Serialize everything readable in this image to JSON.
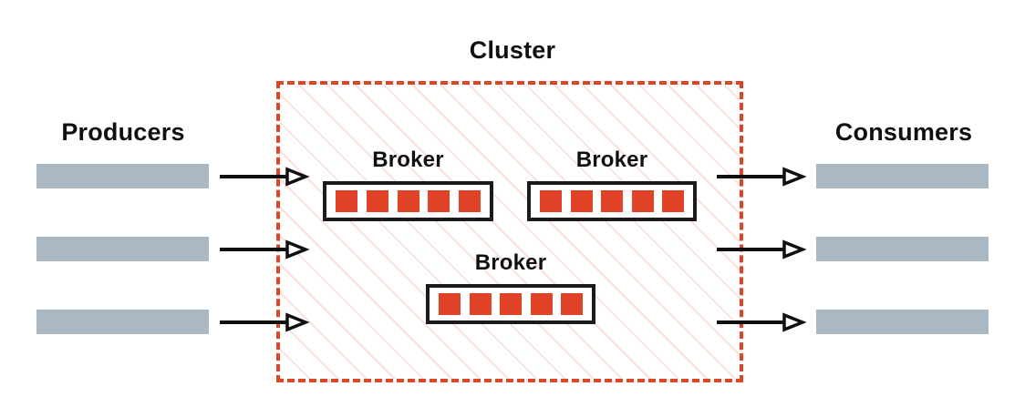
{
  "diagram": {
    "title": "Cluster",
    "colors": {
      "cluster_border": "#DF4425",
      "cluster_hatch": "#F6CEC6",
      "partition_fill": "#E04328",
      "client_bar_fill": "#AAB8C4",
      "broker_border": "#1B1B1B",
      "arrow": "#101010",
      "background": "#FFFFFF"
    },
    "producers": {
      "label": "Producers",
      "nodes": [
        {
          "id": "producer-1"
        },
        {
          "id": "producer-2"
        },
        {
          "id": "producer-3"
        }
      ]
    },
    "consumers": {
      "label": "Consumers",
      "nodes": [
        {
          "id": "consumer-1"
        },
        {
          "id": "consumer-2"
        },
        {
          "id": "consumer-3"
        }
      ]
    },
    "cluster": {
      "label": "Cluster",
      "brokers": [
        {
          "label": "Broker",
          "partitions": 5
        },
        {
          "label": "Broker",
          "partitions": 5
        },
        {
          "label": "Broker",
          "partitions": 5
        }
      ]
    },
    "arrows": {
      "inbound": [
        {
          "name": "producer-1-to-cluster"
        },
        {
          "name": "producer-2-to-cluster"
        },
        {
          "name": "producer-3-to-cluster"
        }
      ],
      "outbound": [
        {
          "name": "cluster-to-consumer-1"
        },
        {
          "name": "cluster-to-consumer-2"
        },
        {
          "name": "cluster-to-consumer-3"
        }
      ]
    }
  }
}
